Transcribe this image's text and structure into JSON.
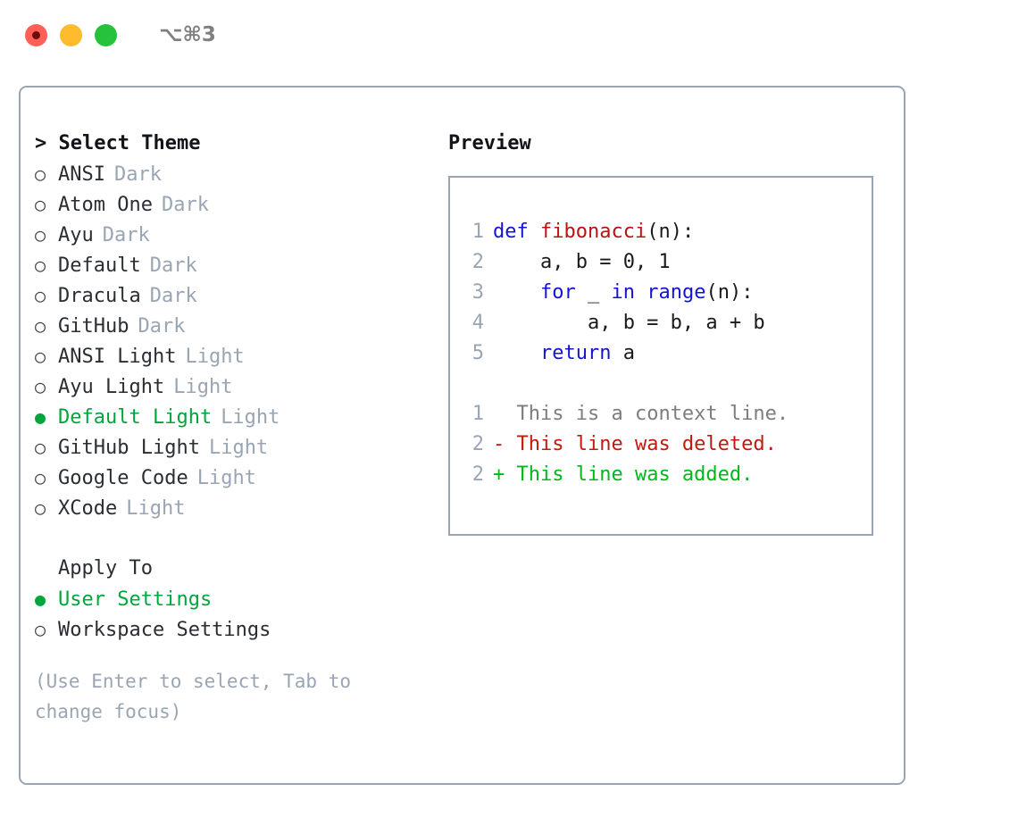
{
  "titlebar": {
    "lights": [
      {
        "name": "close",
        "color": "#ff5f56"
      },
      {
        "name": "minimize",
        "color": "#fdbc2e"
      },
      {
        "name": "zoom",
        "color": "#25c33c"
      }
    ],
    "shortcut": "⌥⌘3"
  },
  "theme_picker": {
    "header_marker": ">",
    "header": "Select Theme",
    "items": [
      {
        "marker": "○",
        "label": "ANSI",
        "tag": "Dark",
        "selected": false
      },
      {
        "marker": "○",
        "label": "Atom One",
        "tag": "Dark",
        "selected": false
      },
      {
        "marker": "○",
        "label": "Ayu",
        "tag": "Dark",
        "selected": false
      },
      {
        "marker": "○",
        "label": "Default",
        "tag": "Dark",
        "selected": false
      },
      {
        "marker": "○",
        "label": "Dracula",
        "tag": "Dark",
        "selected": false
      },
      {
        "marker": "○",
        "label": "GitHub",
        "tag": "Dark",
        "selected": false
      },
      {
        "marker": "○",
        "label": "ANSI Light",
        "tag": "Light",
        "selected": false
      },
      {
        "marker": "○",
        "label": "Ayu Light",
        "tag": "Light",
        "selected": false
      },
      {
        "marker": "●",
        "label": "Default Light",
        "tag": "Light",
        "selected": true
      },
      {
        "marker": "○",
        "label": "GitHub Light",
        "tag": "Light",
        "selected": false
      },
      {
        "marker": "○",
        "label": "Google Code",
        "tag": "Light",
        "selected": false
      },
      {
        "marker": "○",
        "label": "XCode",
        "tag": "Light",
        "selected": false
      }
    ]
  },
  "apply_to": {
    "title": "Apply To",
    "options": [
      {
        "marker": "●",
        "label": "User Settings",
        "selected": true
      },
      {
        "marker": "○",
        "label": "Workspace Settings",
        "selected": false
      }
    ]
  },
  "hint": "(Use Enter to select, Tab to change focus)",
  "preview": {
    "title": "Preview",
    "code_lines": [
      {
        "no": "1",
        "tokens": [
          {
            "t": "def ",
            "c": "kw"
          },
          {
            "t": "fibonacci",
            "c": "fn"
          },
          {
            "t": "(n):",
            "c": "code"
          }
        ]
      },
      {
        "no": "2",
        "tokens": [
          {
            "t": "    a, b = 0, 1",
            "c": "code"
          }
        ]
      },
      {
        "no": "3",
        "tokens": [
          {
            "t": "    ",
            "c": "code"
          },
          {
            "t": "for",
            "c": "kw"
          },
          {
            "t": " _ ",
            "c": "code"
          },
          {
            "t": "in",
            "c": "kw"
          },
          {
            "t": " ",
            "c": "code"
          },
          {
            "t": "range",
            "c": "bi"
          },
          {
            "t": "(n):",
            "c": "code"
          }
        ]
      },
      {
        "no": "4",
        "tokens": [
          {
            "t": "        a, b = b, a + b",
            "c": "code"
          }
        ]
      },
      {
        "no": "5",
        "tokens": [
          {
            "t": "    ",
            "c": "code"
          },
          {
            "t": "return",
            "c": "kw"
          },
          {
            "t": " a",
            "c": "code"
          }
        ]
      }
    ],
    "diff_lines": [
      {
        "no": "1",
        "sign": "  ",
        "text": "This is a context line.",
        "kind": "ctx"
      },
      {
        "no": "2",
        "sign": "- ",
        "text": "This line was deleted.",
        "kind": "del"
      },
      {
        "no": "2",
        "sign": "+ ",
        "text": "This line was added.",
        "kind": "add"
      }
    ]
  },
  "colors": {
    "accent_green": "#00a63c",
    "muted": "#9aa5b4",
    "keyword_blue": "#1414d6",
    "function_red": "#b81414",
    "diff_add": "#00b81a",
    "diff_del": "#c21a0f"
  }
}
